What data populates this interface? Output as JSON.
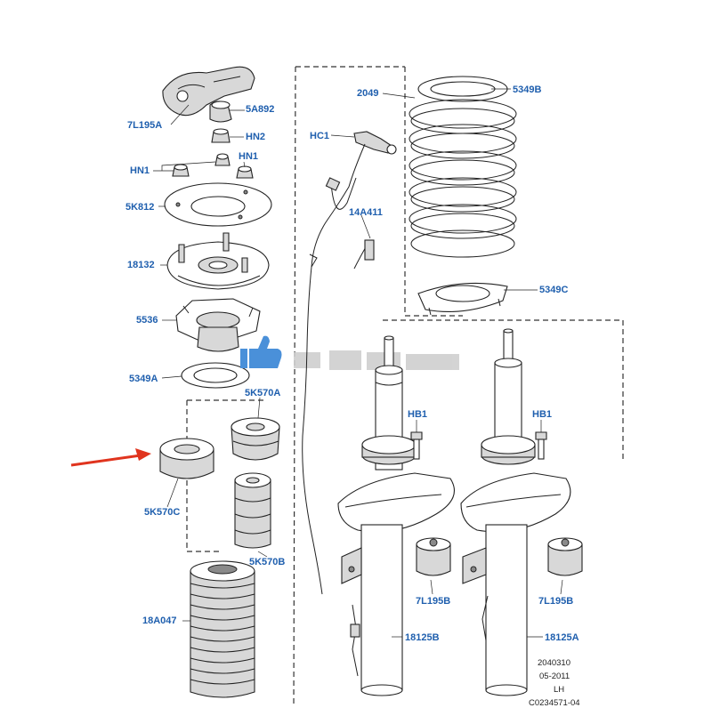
{
  "labels": {
    "l_7l195a": "7L195A",
    "l_5a892": "5A892",
    "l_hn2": "HN2",
    "l_hn1_left": "HN1",
    "l_hn1_right": "HN1",
    "l_5k812": "5K812",
    "l_18132": "18132",
    "l_5536": "5536",
    "l_5349a": "5349A",
    "l_5k570a": "5K570A",
    "l_5k570c": "5K570C",
    "l_5k570b": "5K570B",
    "l_18a047": "18A047",
    "l_hc1": "HC1",
    "l_14a411": "14A411",
    "l_2049": "2049",
    "l_5349b": "5349B",
    "l_5349c": "5349C",
    "l_hb1_left": "HB1",
    "l_hb1_right": "HB1",
    "l_7l195b_left": "7L195B",
    "l_7l195b_right": "7L195B",
    "l_18125b": "18125B",
    "l_18125a": "18125A"
  },
  "footer": {
    "line1": "2040310",
    "line2": "05-2011",
    "line3": "LH",
    "line4": "C0234571-04"
  },
  "colors": {
    "label_blue": "#1f5fae",
    "arrow_red": "#e0341e",
    "thumb_blue": "#4a90d9"
  }
}
